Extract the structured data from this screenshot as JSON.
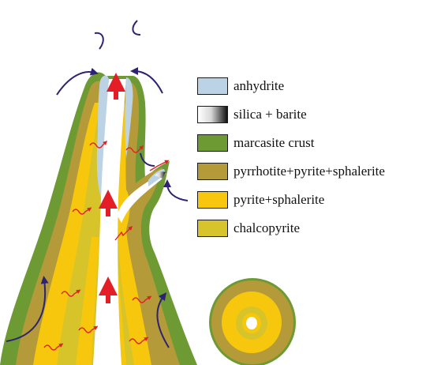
{
  "legend": {
    "items": [
      {
        "label": "anhydrite",
        "color": "#bcd3e6"
      },
      {
        "label": "silica + barite",
        "color": "gradient-white-black"
      },
      {
        "label": "marcasite crust",
        "color": "#6e9a34"
      },
      {
        "label": "pyrrhotite+pyrite+sphalerite",
        "color": "#b59a3a"
      },
      {
        "label": "pyrite+sphalerite",
        "color": "#f7c70e"
      },
      {
        "label": "chalcopyrite",
        "color": "#d6c42a"
      }
    ]
  },
  "colors": {
    "flow_arrow": "#2e2370",
    "fluid_arrow": "#e41e26",
    "conduit": "#ffffff"
  }
}
